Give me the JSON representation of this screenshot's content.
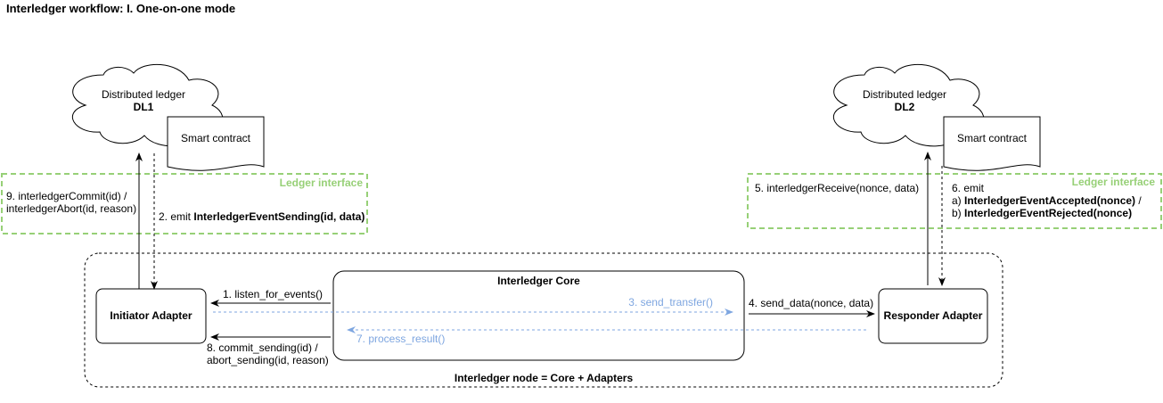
{
  "title": "Interledger workflow: I. One-on-one mode",
  "left_ledger": {
    "cloud_line1": "Distributed ledger",
    "cloud_line2": "DL1",
    "contract": "Smart contract",
    "interface_label": "Ledger interface"
  },
  "right_ledger": {
    "cloud_line1": "Distributed ledger",
    "cloud_line2": "DL2",
    "contract": "Smart contract",
    "interface_label": "Ledger interface"
  },
  "node_label": "Interledger node = Core + Adapters",
  "core_label": "Interledger Core",
  "initiator_label": "Initiator Adapter",
  "responder_label": "Responder Adapter",
  "steps": {
    "s1": "1. listen_for_events()",
    "s2_prefix": "2. emit ",
    "s2_event": "InterledgerEventSending(id, data)",
    "s3": "3. send_transfer()",
    "s4": "4. send_data(nonce, data)",
    "s5": "5. interledgerReceive(nonce, data)",
    "s6_line1": "6. emit",
    "s6_a_prefix": "a) ",
    "s6_a_event": "InterledgerEventAccepted(nonce)",
    "s6_a_suffix": " /",
    "s6_b_prefix": "b) ",
    "s6_b_event": "InterledgerEventRejected(nonce)",
    "s7": "7. process_result()",
    "s8_line1": "8. commit_sending(id) /",
    "s8_line2": "abort_sending(id, reason)",
    "s9_line1": "9. interledgerCommit(id) /",
    "s9_line2": "interledgerAbort(id, reason)"
  },
  "colors": {
    "ledger_interface": "#97d077",
    "core_flow": "#7ea6e0",
    "stroke": "#000000"
  }
}
